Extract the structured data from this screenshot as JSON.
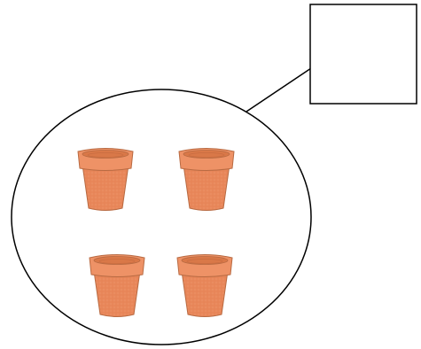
{
  "diagram": {
    "group": {
      "shape": "ellipse",
      "item": "flower-pot",
      "item_count": 4
    },
    "answer_box": {
      "value": ""
    }
  },
  "colors": {
    "background": "#ffffff",
    "outline": "#000000",
    "pot_body": "#e8875a",
    "pot_rim": "#ee9266",
    "pot_rim_inner": "#d97848",
    "pot_outline": "#b86a42"
  }
}
